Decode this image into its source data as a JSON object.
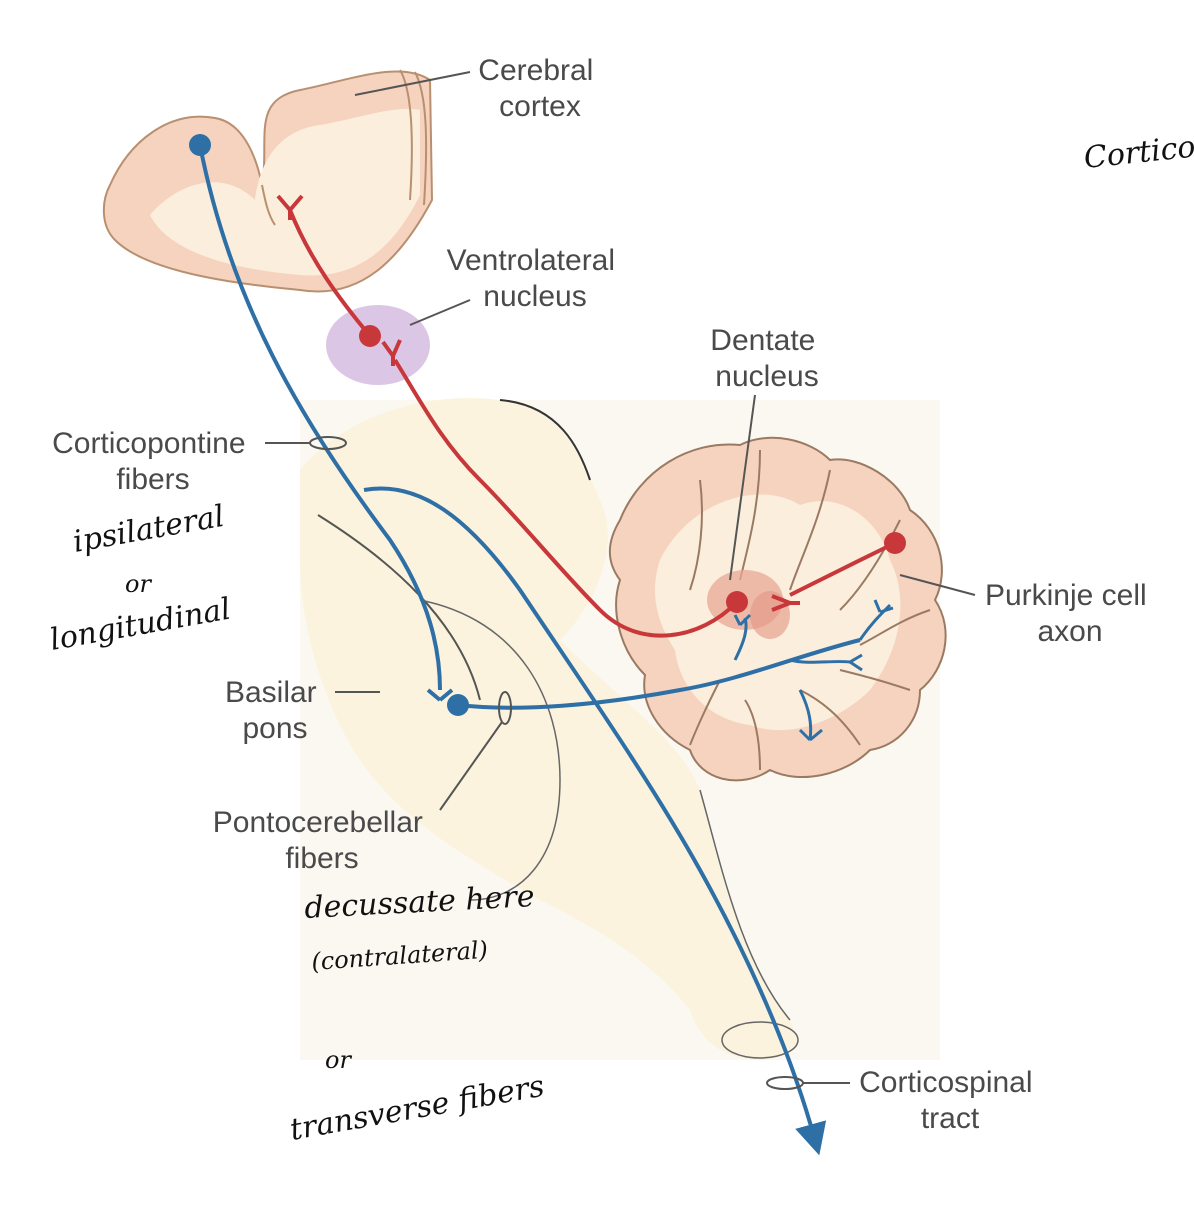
{
  "labels": {
    "cerebral_cortex": [
      "Cerebral",
      "cortex"
    ],
    "ventrolateral_nucleus": [
      "Ventrolateral",
      "nucleus"
    ],
    "dentate_nucleus": [
      "Dentate",
      "nucleus"
    ],
    "corticopontine_fibers": [
      "Corticopontine",
      "fibers"
    ],
    "purkinje_cell_axon": [
      "Purkinje cell",
      "axon"
    ],
    "basilar_pons": [
      "Basilar",
      "pons"
    ],
    "pontocerebellar_fibers": [
      "Pontocerebellar",
      "fibers"
    ],
    "corticospinal_tract": [
      "Corticospinal",
      "tract"
    ]
  },
  "handwritten": {
    "corner_note": "Cortico",
    "ipsilateral": "ipsilateral",
    "or_1": "or",
    "longitudinal": "longitudinal",
    "decussate_here": "decussate here",
    "contralateral": "(contralateral)",
    "or_2": "or",
    "transverse_fibers": "transverse fibers"
  },
  "colors": {
    "blue_pathway": "#2e6fa6",
    "red_pathway": "#c8373a",
    "tissue": "#fbf3de",
    "cortex_pink": "#f4c9b3",
    "thalamus_purple": "#d9c3e2"
  }
}
